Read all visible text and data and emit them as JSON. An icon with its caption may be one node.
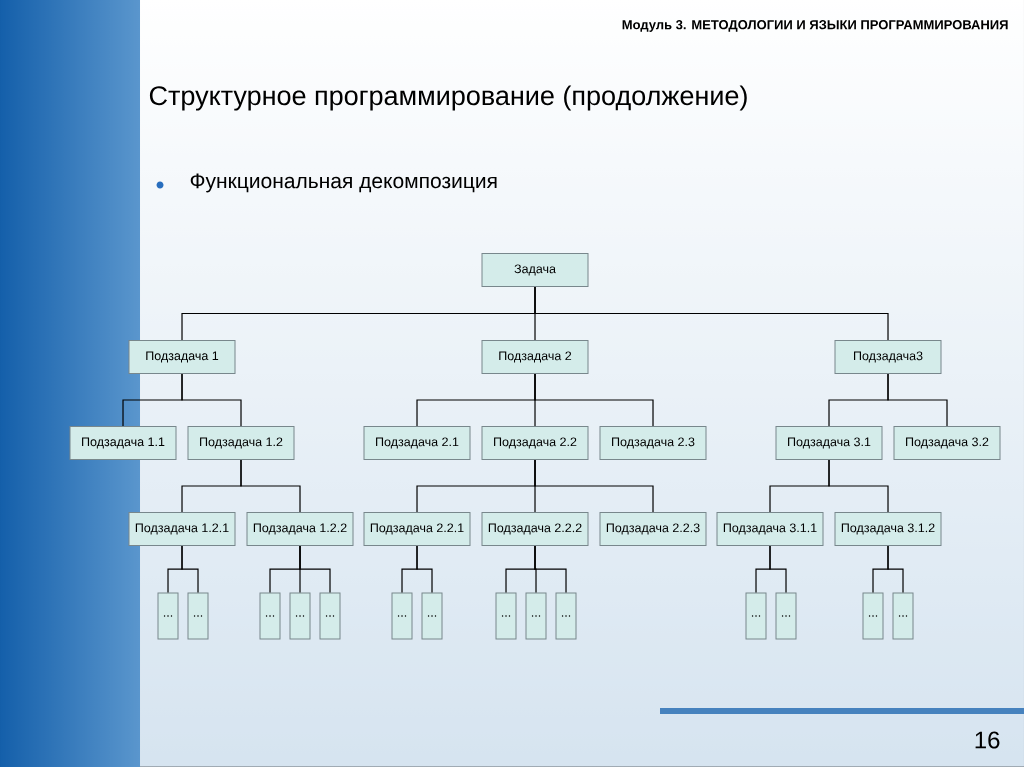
{
  "diagram": {
    "title": "Структурное программирование (продолжение)",
    "nodes": [
      {
        "text": [
          "Задача"
        ]
      },
      {
        "text": [
          "Подзадача 1"
        ]
      },
      {
        "text": [
          "Подзадача 2"
        ]
      },
      {
        "text": [
          "Подзадача3"
        ]
      },
      {
        "text": [
          "Подзадача 1.1"
        ]
      },
      {
        "text": [
          "Подзадача 1.2"
        ]
      },
      {
        "text": [
          "Подзадача 2.1"
        ]
      },
      {
        "text": [
          "Подзадача 2.2"
        ]
      },
      {
        "text": [
          "Подзадача 2.3"
        ]
      },
      {
        "text": [
          "Подзадача 3.1"
        ]
      },
      {
        "text": [
          "Подзадача 3.2"
        ]
      },
      {
        "text": [
          "Подзадача 1.2.1"
        ]
      },
      {
        "text": [
          "Подзадача 1.2.2"
        ]
      },
      {
        "text": [
          "Подзадача 2.2.1"
        ]
      },
      {
        "text": [
          "Подзадача 2.2.2"
        ]
      },
      {
        "text": [
          "Подзадача 2.2.3"
        ]
      },
      {
        "text": [
          "Подзадача 3.1.1"
        ]
      },
      {
        "text": [
          "Подзадача 3.1.2"
        ]
      },
      {
        "text": [
          "..."
        ]
      },
      {
        "text": [
          "..."
        ]
      },
      {
        "text": [
          "..."
        ]
      },
      {
        "text": [
          "..."
        ]
      },
      {
        "text": [
          "..."
        ]
      },
      {
        "text": [
          "..."
        ]
      },
      {
        "text": [
          "..."
        ]
      },
      {
        "text": [
          "..."
        ]
      },
      {
        "text": [
          "..."
        ]
      },
      {
        "text": [
          "..."
        ]
      },
      {
        "text": [
          "..."
        ]
      },
      {
        "text": [
          "..."
        ]
      },
      {
        "text": [
          "..."
        ]
      },
      {
        "text": [
          "..."
        ]
      }
    ],
    "edges": [
      {
        "from": 0,
        "to": 1,
        "arrow": "none"
      },
      {
        "from": 0,
        "to": 2,
        "arrow": "none"
      },
      {
        "from": 0,
        "to": 3,
        "arrow": "none"
      },
      {
        "from": 1,
        "to": 4,
        "arrow": "none"
      },
      {
        "from": 1,
        "to": 5,
        "arrow": "none"
      },
      {
        "from": 2,
        "to": 6,
        "arrow": "none"
      },
      {
        "from": 2,
        "to": 7,
        "arrow": "none"
      },
      {
        "from": 2,
        "to": 8,
        "arrow": "none"
      },
      {
        "from": 3,
        "to": 9,
        "arrow": "none"
      },
      {
        "from": 3,
        "to": 10,
        "arrow": "none"
      },
      {
        "from": 5,
        "to": 11,
        "arrow": "none"
      },
      {
        "from": 5,
        "to": 12,
        "arrow": "none"
      },
      {
        "from": 7,
        "to": 13,
        "arrow": "none"
      },
      {
        "from": 7,
        "to": 14,
        "arrow": "none"
      },
      {
        "from": 7,
        "to": 15,
        "arrow": "none"
      },
      {
        "from": 9,
        "to": 16,
        "arrow": "none"
      },
      {
        "from": 9,
        "to": 17,
        "arrow": "none"
      },
      {
        "from": 11,
        "to": 18,
        "arrow": "none"
      },
      {
        "from": 11,
        "to": 19,
        "arrow": "none"
      },
      {
        "from": 12,
        "to": 20,
        "arrow": "none"
      },
      {
        "from": 12,
        "to": 21,
        "arrow": "none"
      },
      {
        "from": 12,
        "to": 22,
        "arrow": "none"
      },
      {
        "from": 13,
        "to": 23,
        "arrow": "none"
      },
      {
        "from": 13,
        "to": 24,
        "arrow": "none"
      },
      {
        "from": 14,
        "to": 25,
        "arrow": "none"
      },
      {
        "from": 14,
        "to": 26,
        "arrow": "none"
      },
      {
        "from": 14,
        "to": 27,
        "arrow": "none"
      },
      {
        "from": 16,
        "to": 28,
        "arrow": "none"
      },
      {
        "from": 16,
        "to": 29,
        "arrow": "none"
      },
      {
        "from": 17,
        "to": 30,
        "arrow": "none"
      },
      {
        "from": 17,
        "to": 31,
        "arrow": "none"
      }
    ],
    "labels": [
      "Модуль 3. МЕТОДОЛОГИИ И ЯЗЫКИ ПРОГРАММИРОВАНИЯ",
      "Функциональная декомпозиция",
      "16"
    ]
  }
}
